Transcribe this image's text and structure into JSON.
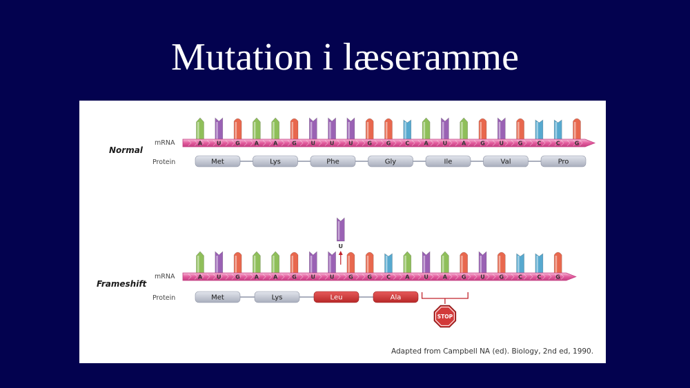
{
  "slide": {
    "title": "Mutation i læseramme",
    "credit": "Adapted from Campbell NA (ed). Biology, 2nd ed, 1990."
  },
  "colors": {
    "A": "#8fbf5a",
    "U": "#9a62b4",
    "G": "#e8684e",
    "C": "#57a9cf",
    "strand": "#e25a9c",
    "strand_light": "#f4a6cc",
    "aa_normal": "#c6cad6",
    "aa_mutant": "#d23a3a",
    "stop": "#d23a3a",
    "background": "#03024f"
  },
  "normal": {
    "title": "Normal",
    "mrna_label": "mRNA",
    "protein_label": "Protein",
    "bases": [
      "A",
      "U",
      "G",
      "A",
      "A",
      "G",
      "U",
      "U",
      "U",
      "G",
      "G",
      "C",
      "A",
      "U",
      "A",
      "G",
      "U",
      "G",
      "C",
      "C",
      "G"
    ],
    "amino_acids": [
      {
        "name": "Met",
        "mutant": false
      },
      {
        "name": "Lys",
        "mutant": false
      },
      {
        "name": "Phe",
        "mutant": false
      },
      {
        "name": "Gly",
        "mutant": false
      },
      {
        "name": "Ile",
        "mutant": false
      },
      {
        "name": "Val",
        "mutant": false
      },
      {
        "name": "Pro",
        "mutant": false
      }
    ]
  },
  "frameshift": {
    "title": "Frameshift",
    "mrna_label": "mRNA",
    "protein_label": "Protein",
    "bases": [
      "A",
      "U",
      "G",
      "A",
      "A",
      "G",
      "U",
      "U",
      "G",
      "G",
      "C",
      "A",
      "U",
      "A",
      "G",
      "U",
      "G",
      "C",
      "C",
      "G"
    ],
    "inserted_base": "U",
    "insertion_after_index": 7,
    "amino_acids": [
      {
        "name": "Met",
        "mutant": false
      },
      {
        "name": "Lys",
        "mutant": false
      },
      {
        "name": "Leu",
        "mutant": true
      },
      {
        "name": "Ala",
        "mutant": true
      }
    ],
    "stop_label": "STOP",
    "stop_codon_index": 4
  }
}
